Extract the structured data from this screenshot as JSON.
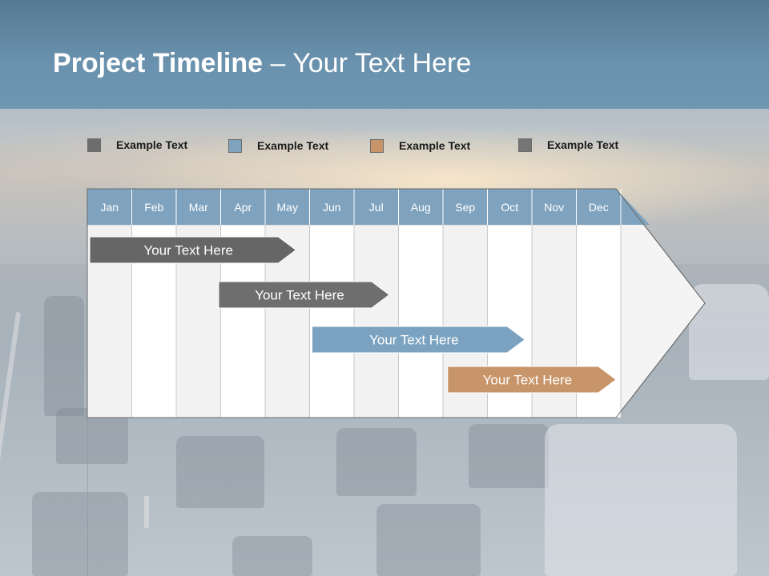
{
  "title": {
    "bold": "Project Timeline",
    "rest": " – Your Text Here"
  },
  "legend": [
    {
      "label": "Example Text",
      "color": "#6d6d6d"
    },
    {
      "label": "Example Text",
      "color": "#7fa3bf"
    },
    {
      "label": "Example Text",
      "color": "#c8956a"
    },
    {
      "label": "Example Text",
      "color": "#757575"
    }
  ],
  "months": [
    "Jan",
    "Feb",
    "Mar",
    "Apr",
    "May",
    "Jun",
    "Jul",
    "Aug",
    "Sep",
    "Oct",
    "Nov",
    "Dec"
  ],
  "colors": {
    "month_header": "#7fa3bf",
    "column_odd": "#f2f2f2",
    "column_even": "#ffffff",
    "grid": "#c8c8c8"
  },
  "tasks": [
    {
      "label": "Your  Text Here",
      "start_month": 1,
      "end_month": 4.8,
      "color": "#666666"
    },
    {
      "label": "Your  Text Here",
      "start_month": 3.9,
      "end_month": 6.9,
      "color": "#6e6e6e"
    },
    {
      "label": "Your  Text Here",
      "start_month": 6.0,
      "end_month": 9.95,
      "color": "#7ba3c1"
    },
    {
      "label": "Your  Text Here",
      "start_month": 9.05,
      "end_month": 12.0,
      "color": "#c8956a"
    }
  ]
}
